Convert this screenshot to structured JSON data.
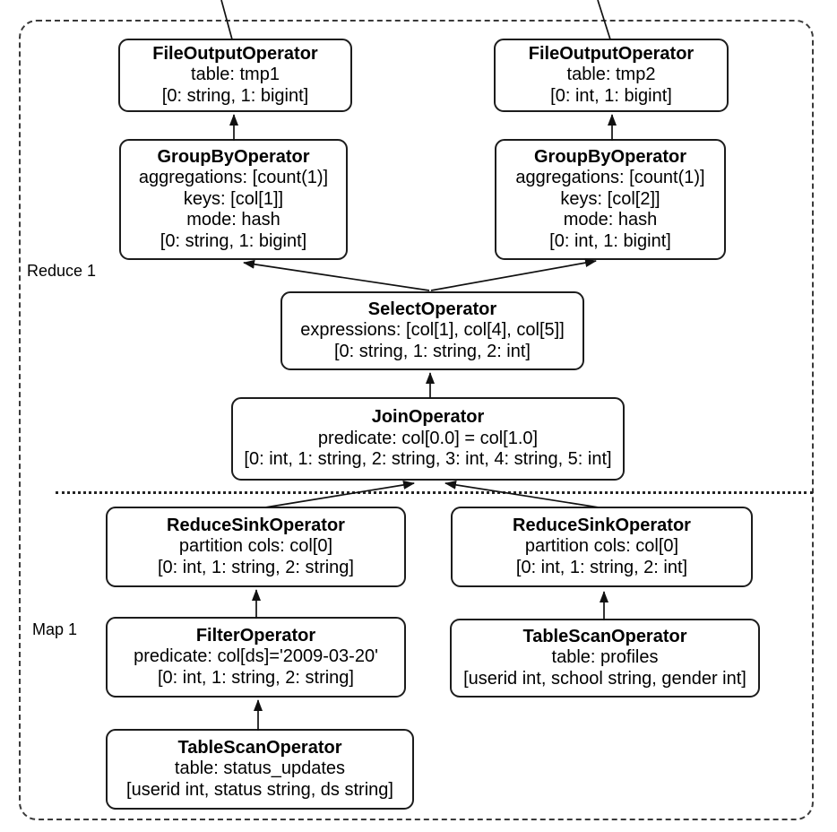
{
  "regions": {
    "reduce1": "Reduce 1",
    "map1": "Map 1"
  },
  "nodes": {
    "fileoutput_tmp1": {
      "title": "FileOutputOperator",
      "lines": [
        "table: tmp1",
        "[0: string, 1: bigint]"
      ]
    },
    "fileoutput_tmp2": {
      "title": "FileOutputOperator",
      "lines": [
        "table: tmp2",
        "[0: int, 1: bigint]"
      ]
    },
    "groupby_left": {
      "title": "GroupByOperator",
      "lines": [
        "aggregations: [count(1)]",
        "keys: [col[1]]",
        "mode: hash",
        "[0: string, 1: bigint]"
      ]
    },
    "groupby_right": {
      "title": "GroupByOperator",
      "lines": [
        "aggregations: [count(1)]",
        "keys: [col[2]]",
        "mode: hash",
        "[0: int, 1: bigint]"
      ]
    },
    "select": {
      "title": "SelectOperator",
      "lines": [
        "expressions: [col[1], col[4], col[5]]",
        "[0: string, 1: string, 2: int]"
      ]
    },
    "join": {
      "title": "JoinOperator",
      "lines": [
        "predicate: col[0.0] = col[1.0]",
        "[0: int, 1: string, 2: string, 3: int, 4: string, 5: int]"
      ]
    },
    "reducesink_left": {
      "title": "ReduceSinkOperator",
      "lines": [
        "partition cols: col[0]",
        "[0: int, 1: string, 2: string]"
      ]
    },
    "reducesink_right": {
      "title": "ReduceSinkOperator",
      "lines": [
        "partition cols: col[0]",
        "[0: int, 1: string, 2: int]"
      ]
    },
    "filter": {
      "title": "FilterOperator",
      "lines": [
        "predicate: col[ds]='2009-03-20'",
        "[0: int, 1: string, 2: string]"
      ]
    },
    "tablescan_profiles": {
      "title": "TableScanOperator",
      "lines": [
        "table: profiles",
        "[userid int, school string, gender int]"
      ]
    },
    "tablescan_status": {
      "title": "TableScanOperator",
      "lines": [
        "table: status_updates",
        "[userid int, status string, ds string]"
      ]
    }
  },
  "colors": {
    "stroke": "#1c1c1c",
    "background": "#ffffff",
    "text": "#000000"
  }
}
